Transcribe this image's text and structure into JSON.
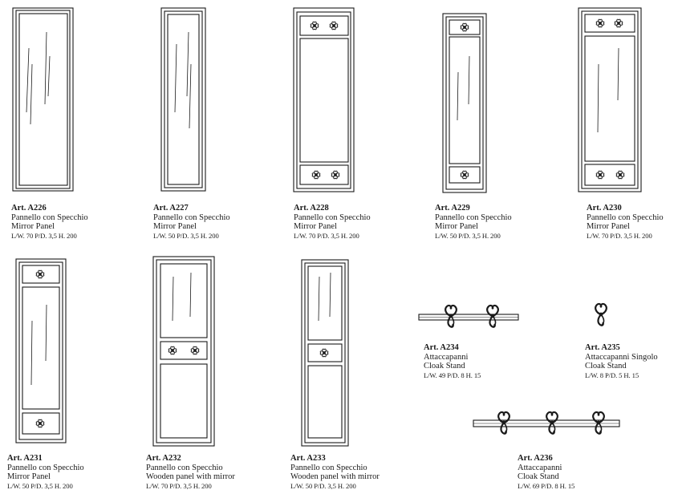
{
  "products": [
    {
      "code": "Art. A226",
      "name_it": "Pannello con Specchio",
      "name_en": "Mirror Panel",
      "dims": "L/W. 70 P/D. 3,5  H. 200"
    },
    {
      "code": "Art. A227",
      "name_it": "Pannello con Specchio",
      "name_en": "Mirror Panel",
      "dims": "L/W. 50 P/D. 3,5  H. 200"
    },
    {
      "code": "Art. A228",
      "name_it": "Pannello con Specchio",
      "name_en": "Mirror Panel",
      "dims": "L/W. 70 P/D. 3,5  H. 200"
    },
    {
      "code": "Art. A229",
      "name_it": "Pannello con Specchio",
      "name_en": "Mirror Panel",
      "dims": "L/W. 50 P/D. 3,5  H. 200"
    },
    {
      "code": "Art. A230",
      "name_it": "Pannello con Specchio",
      "name_en": "Mirror Panel",
      "dims": "L/W. 70 P/D. 3,5  H. 200"
    },
    {
      "code": "Art. A231",
      "name_it": "Pannello con Specchio",
      "name_en": "Mirror Panel",
      "dims": "L/W. 50 P/D. 3,5  H. 200"
    },
    {
      "code": "Art. A232",
      "name_it": "Pannello con Specchio",
      "name_en": "Wooden panel with mirror",
      "dims": "L/W. 70 P/D. 3,5  H. 200"
    },
    {
      "code": "Art. A233",
      "name_it": "Pannello con Specchio",
      "name_en": "Wooden panel with mirror",
      "dims": "L/W. 50 P/D. 3,5  H. 200"
    },
    {
      "code": "Art. A234",
      "name_it": "Attaccapanni",
      "name_en": "Cloak Stand",
      "dims": "L/W. 49  P/D. 8  H. 15"
    },
    {
      "code": "Art. A235",
      "name_it": "Attaccapanni Singolo",
      "name_en": "Cloak Stand",
      "dims": "L/W. 8  P/D. 5  H. 15"
    },
    {
      "code": "Art. A236",
      "name_it": "Attaccapanni",
      "name_en": "Cloak Stand",
      "dims": "L/W. 69  P/D. 8  H. 15"
    }
  ],
  "colors": {
    "ink": "#1a1a1a",
    "paper": "#ffffff"
  }
}
